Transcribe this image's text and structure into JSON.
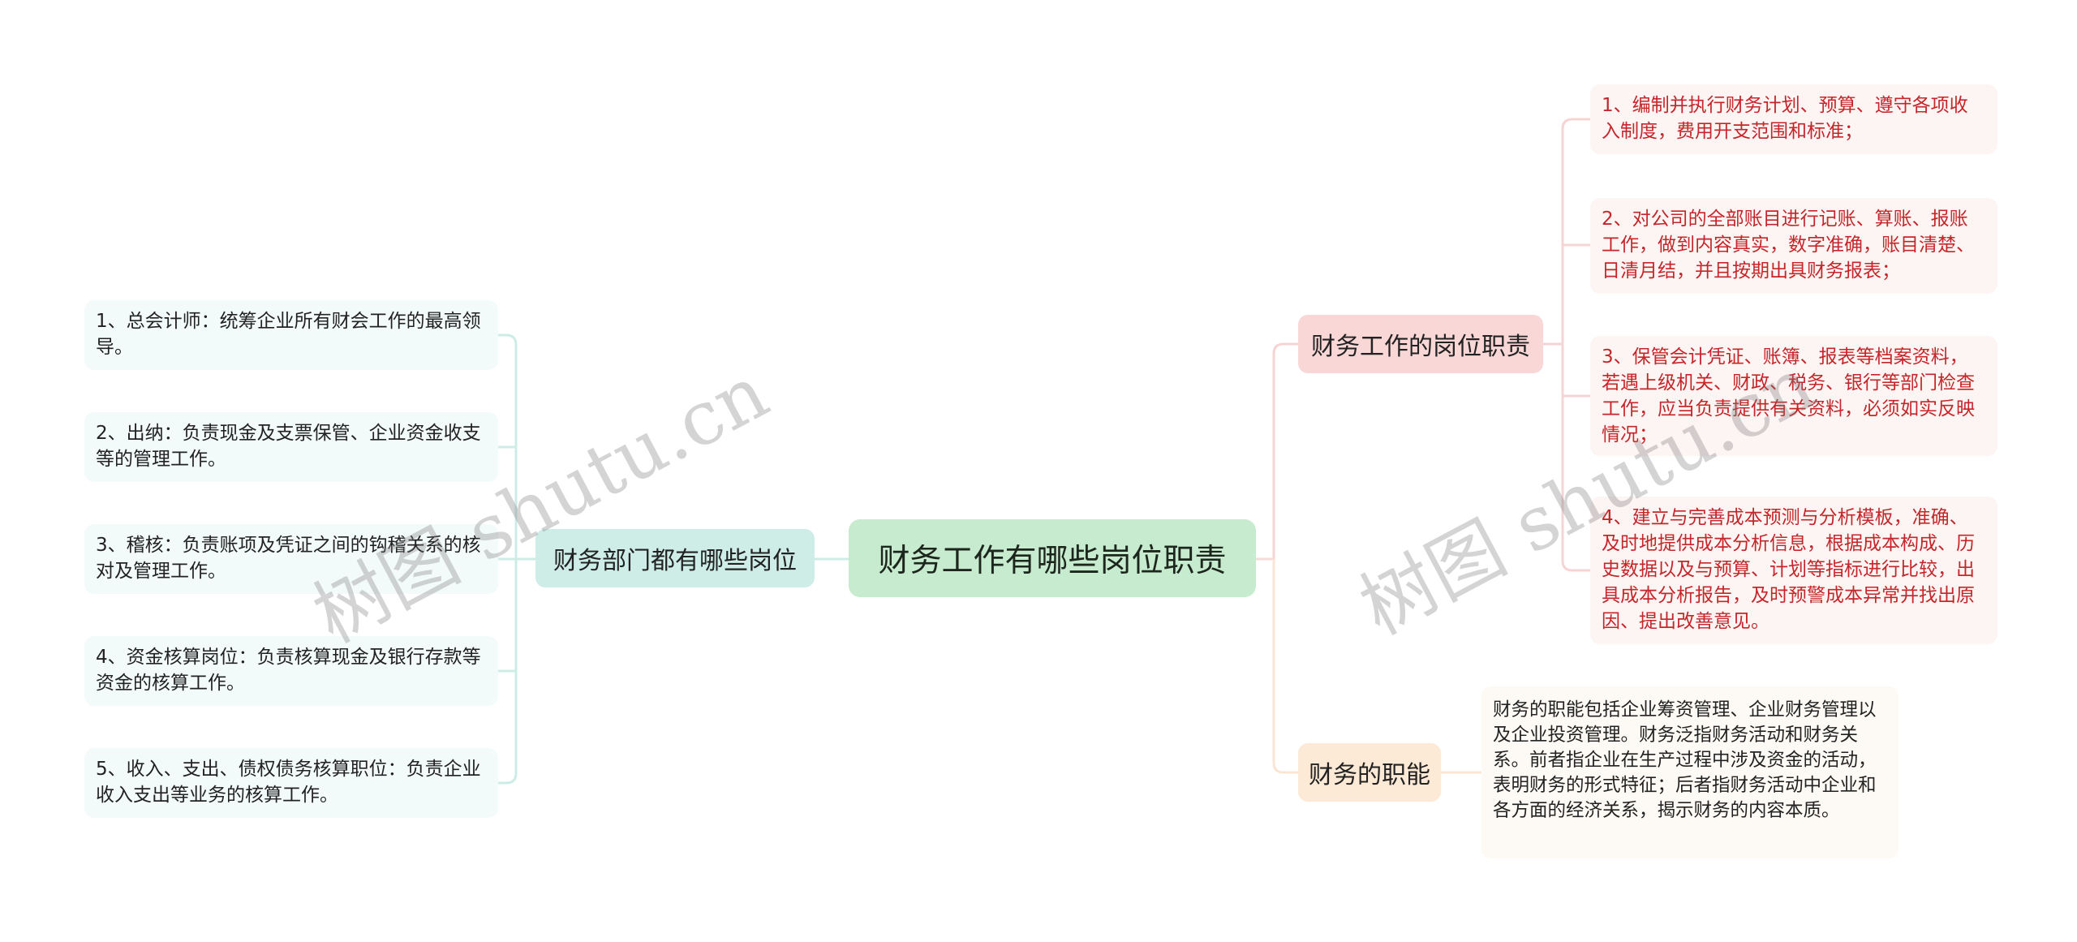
{
  "root": {
    "label": "财务工作有哪些岗位职责"
  },
  "left_branch": {
    "label": "财务部门都有哪些岗位",
    "color": "#ceede7",
    "items": [
      "1、总会计师：统筹企业所有财会工作的最高领导。",
      "2、出纳：负责现金及支票保管、企业资金收支等的管理工作。",
      "3、稽核：负责账项及凭证之间的钩稽关系的核对及管理工作。",
      "4、资金核算岗位：负责核算现金及银行存款等资金的核算工作。",
      "5、收入、支出、债权债务核算职位：负责企业收入支出等业务的核算工作。"
    ]
  },
  "right_branches": [
    {
      "label": "财务工作的岗位职责",
      "color": "#f9d7d7",
      "text_color": "#c4262a",
      "items": [
        "1、编制并执行财务计划、预算、遵守各项收入制度，费用开支范围和标准；",
        "2、对公司的全部账目进行记账、算账、报账工作，做到内容真实，数字准确，账目清楚、日清月结，并且按期出具财务报表；",
        "3、保管会计凭证、账簿、报表等档案资料，若遇上级机关、财政、税务、银行等部门检查工作，应当负责提供有关资料，必须如实反映情况；",
        "4、建立与完善成本预测与分析模板，准确、及时地提供成本分析信息，根据成本构成、历史数据以及与预算、计划等指标进行比较，出具成本分析报告，及时预警成本异常并找出原因、提出改善意见。"
      ]
    },
    {
      "label": "财务的职能",
      "color": "#fce9d6",
      "items": [
        "财务的职能包括企业筹资管理、企业财务管理以及企业投资管理。财务泛指财务活动和财务关系。前者指企业在生产过程中涉及资金的活动，表明财务的形式特征；后者指财务活动中企业和各方面的经济关系，揭示财务的内容本质。"
      ]
    }
  ],
  "watermarks": [
    "树图 shutu.cn",
    "树图 shutu.cn"
  ]
}
